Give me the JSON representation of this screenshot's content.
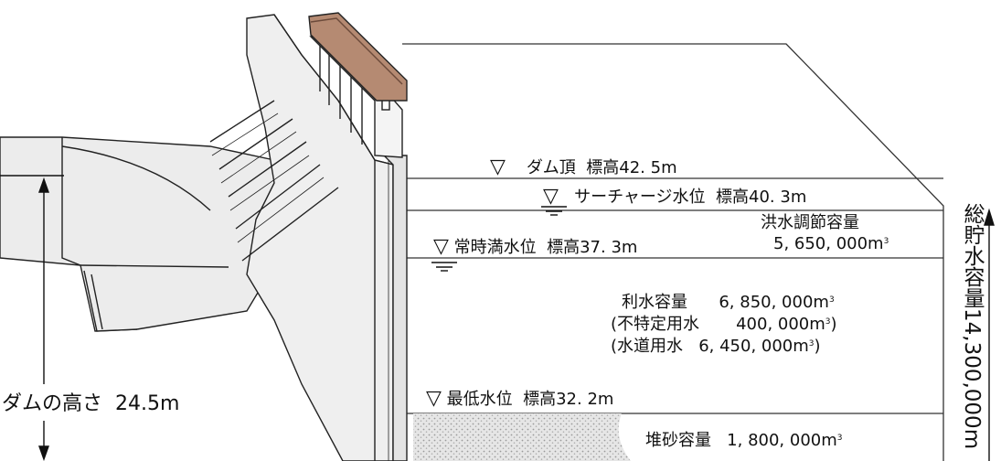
{
  "levels": {
    "dam_crest": {
      "symbol": "▽",
      "name": "ダム頂",
      "elevation": "標高42. 5m"
    },
    "surcharge": {
      "symbol": "▽",
      "name": "サーチャージ水位",
      "elevation": "標高40. 3m"
    },
    "normal": {
      "symbol": "▽",
      "name": "常時満水位",
      "elevation": "標高37. 3m"
    },
    "minimum": {
      "symbol": "▽",
      "name": "最低水位",
      "elevation": "標高32. 2m"
    }
  },
  "capacities": {
    "flood_control": {
      "title": "洪水調節容量",
      "value": "5, 650, 000m"
    },
    "utilization": {
      "title": "利水容量",
      "value": "6, 850, 000m"
    },
    "unspecified": {
      "title": "(不特定用水",
      "value": "400, 000m",
      "close": ")"
    },
    "water_supply": {
      "title": "(水道用水",
      "value": "6, 450, 000m",
      "close": ")"
    },
    "sediment": {
      "title": "堆砂容量",
      "value": "1, 800, 000m"
    }
  },
  "cubic_mark": "3",
  "dam_height": {
    "label": "ダムの高さ",
    "value": "24.5m"
  },
  "total_storage": {
    "label": "総貯水容量",
    "value": "14,300,000m"
  },
  "colors": {
    "concrete": "#ececec",
    "outline": "#222222",
    "roof": "#b58a72",
    "sediment": "#d9d9d9"
  }
}
